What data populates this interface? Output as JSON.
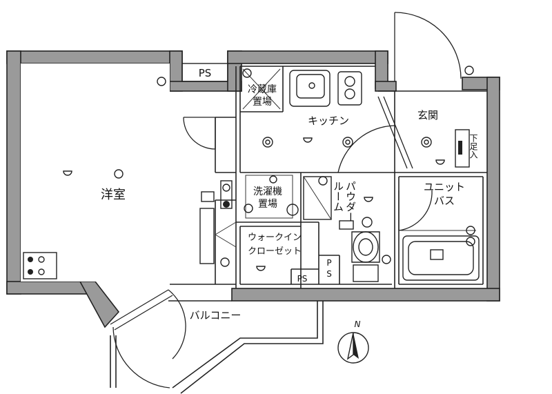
{
  "rooms": {
    "western_room": "洋室",
    "kitchen": "キッチン",
    "entrance": "玄関",
    "fridge_space_1": "冷蔵庫",
    "fridge_space_2": "置場",
    "washer_space_1": "洗濯機",
    "washer_space_2": "置場",
    "powder_room_col1": "ルーム",
    "powder_room_col2": "パウダー",
    "unit_bath_1": "ユニット",
    "unit_bath_2": "バス",
    "closet_1": "ウォークイン",
    "closet_2": "クローゼット",
    "balcony": "バルコニー",
    "shoe_box": "下足入"
  },
  "labels": {
    "ps_top": "PS",
    "ps_bottom_left": "PS",
    "ps_bottom_right": "PS",
    "north": "N"
  }
}
